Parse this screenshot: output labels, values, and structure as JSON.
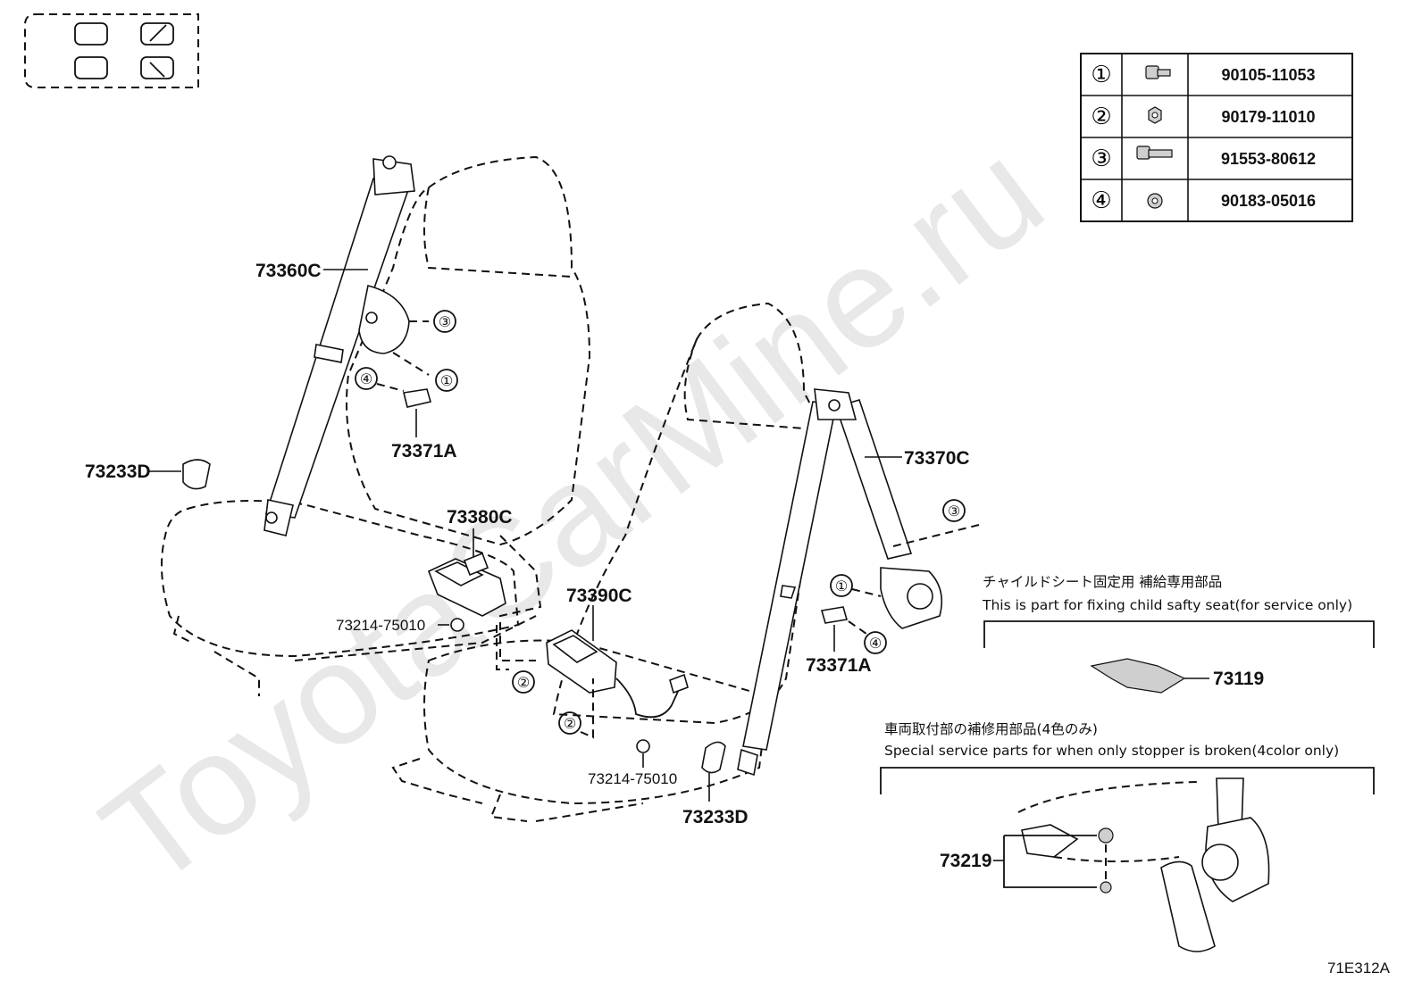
{
  "watermark": "ToyotaCarMine.ru",
  "fastener_table": [
    {
      "index": "①",
      "icon": "flange-bolt-icon",
      "part_no": "90105-11053"
    },
    {
      "index": "②",
      "icon": "flange-nut-icon",
      "part_no": "90179-11010"
    },
    {
      "index": "③",
      "icon": "long-bolt-icon",
      "part_no": "91553-80612"
    },
    {
      "index": "④",
      "icon": "clip-nut-icon",
      "part_no": "90183-05016"
    }
  ],
  "labels": {
    "p73360C": "73360C",
    "p73371A_left": "73371A",
    "p73233D_left": "73233D",
    "p73380C": "73380C",
    "p73214_left": "73214-75010",
    "p73390C": "73390C",
    "p73214_right": "73214-75010",
    "p73233D_right": "73233D",
    "p73370C": "73370C",
    "p73371A_right": "73371A",
    "p73119": "73119",
    "p73219": "73219"
  },
  "callouts": {
    "c1a": "①",
    "c1b": "①",
    "c2a": "②",
    "c2b": "②",
    "c3a": "③",
    "c3b": "③",
    "c4a": "④",
    "c4b": "④"
  },
  "notes": {
    "child_seat_jp": "チャイルドシート固定用 補給専用部品",
    "child_seat_en": "This is part for fixing child safty seat(for service only)",
    "stopper_jp": "車両取付部の補修用部品(4色のみ)",
    "stopper_en": "Special service parts for when only stopper is broken(4color only)"
  },
  "figure_code": "71E312A"
}
